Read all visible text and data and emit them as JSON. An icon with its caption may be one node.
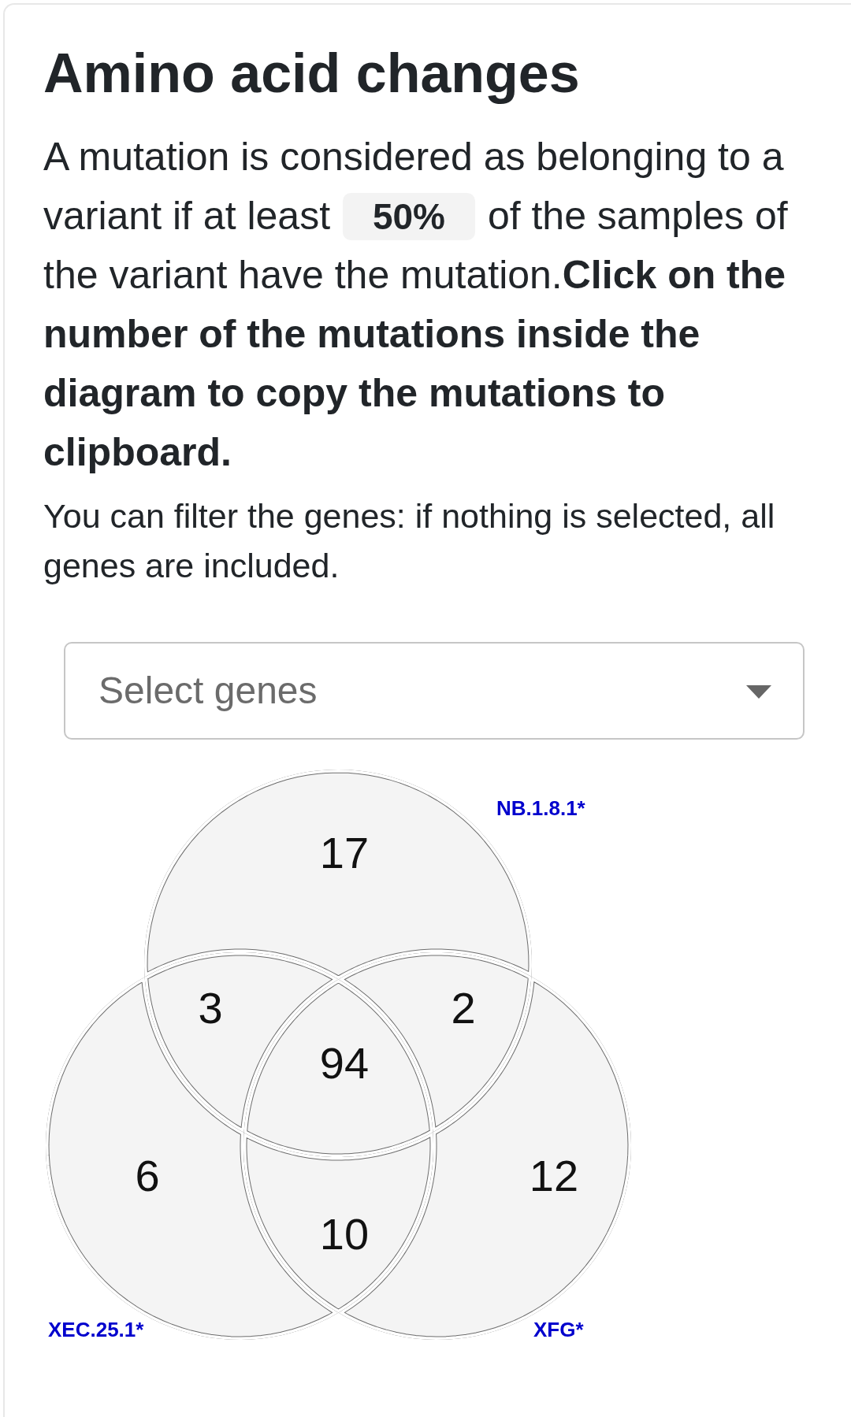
{
  "diagram": {
    "title": "Amino acid changes",
    "nodes": [
      {
        "text": [
          "17"
        ]
      },
      {
        "text": [
          "3"
        ]
      },
      {
        "text": [
          "2"
        ]
      },
      {
        "text": [
          "94"
        ]
      },
      {
        "text": [
          "6"
        ]
      },
      {
        "text": [
          "12"
        ]
      },
      {
        "text": [
          "10"
        ]
      }
    ],
    "labels": [
      "A mutation is considered as belonging to a variant if at least",
      "50%",
      "of the samples of the variant have the mutation.**Click on the number of the mutations inside the diagram to copy the mutations to clipboard.**",
      "You can filter the genes: if nothing is selected, all genes are included.",
      "Select genes",
      "NB.1.8.1*",
      "XEC.25.1*",
      "XFG*"
    ]
  }
}
